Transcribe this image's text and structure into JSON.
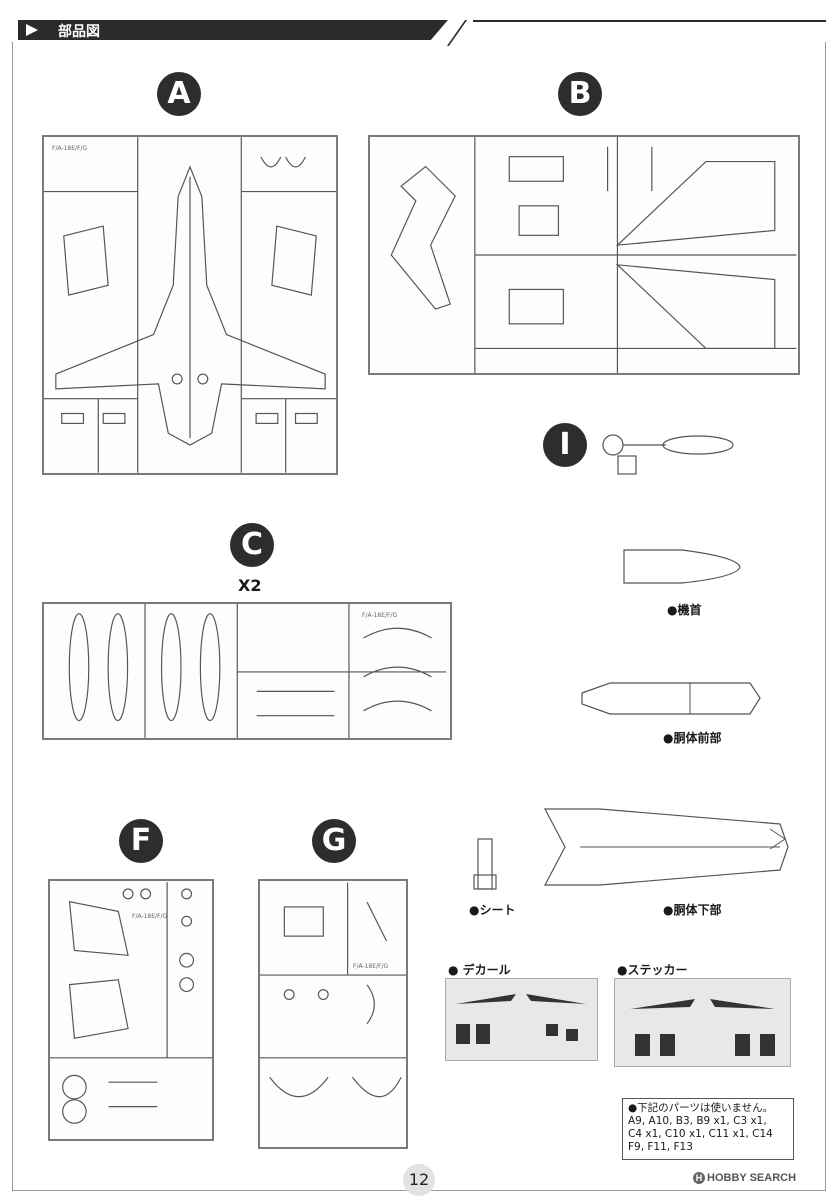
{
  "header": {
    "title": "部品図"
  },
  "runners": {
    "A": {
      "letter": "A",
      "tag": "F/A-18E/F/G"
    },
    "B": {
      "letter": "B"
    },
    "I": {
      "letter": "I"
    },
    "C": {
      "letter": "C",
      "multiplier": "X2",
      "tag": "F/A-18E/F/G"
    },
    "F": {
      "letter": "F",
      "tag": "F/A-18E/F/G"
    },
    "G": {
      "letter": "G",
      "tag": "F/A-18E/F/G"
    }
  },
  "assemblies": {
    "nose": "●機首",
    "forward_fuselage": "●胴体前部",
    "lower_fuselage": "●胴体下部",
    "seat": "●シート"
  },
  "decals": {
    "decal_label": "● デカール",
    "sticker_label": "●ステッカー"
  },
  "unused_note": {
    "title": "●下記のパーツは使いません。",
    "lines": [
      "A9, A10, B3, B9 x1, C3 x1,",
      "C4 x1, C10 x1, C11 x1, C14",
      "F9, F11, F13"
    ]
  },
  "footer": {
    "page_number": "12",
    "logo_badge": "H",
    "logo_text": "HOBBY SEARCH"
  }
}
